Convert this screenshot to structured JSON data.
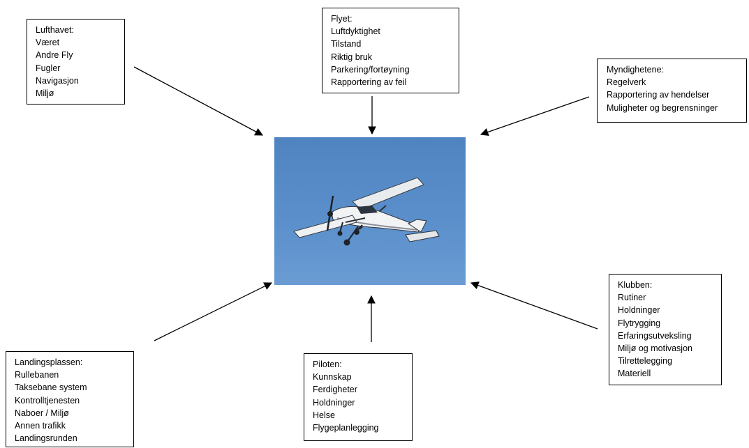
{
  "diagram": {
    "center_image": "cessna-aircraft-in-flight",
    "boxes": {
      "lufthavet": {
        "title": "Lufthavet:",
        "items": [
          "Været",
          "Andre Fly",
          "Fugler",
          "Navigasjon",
          "Miljø"
        ]
      },
      "flyet": {
        "title": "Flyet:",
        "items": [
          "Luftdyktighet",
          "Tilstand",
          "Riktig bruk",
          "Parkering/fortøyning",
          "Rapportering av feil"
        ]
      },
      "myndighetene": {
        "title": "Myndighetene:",
        "items": [
          "Regelverk",
          "Rapportering av hendelser",
          "Muligheter og begrensninger"
        ]
      },
      "klubben": {
        "title": "Klubben:",
        "items": [
          "Rutiner",
          "Holdninger",
          "Flytrygging",
          "Erfaringsutveksling",
          "Miljø og motivasjon",
          "Tilrettelegging",
          "Materiell"
        ]
      },
      "landingsplassen": {
        "title": "Landingsplassen:",
        "items": [
          "Rullebanen",
          "Taksebane system",
          "Kontrolltjenesten",
          "Naboer / Miljø",
          "Annen trafikk",
          "Landingsrunden"
        ]
      },
      "piloten": {
        "title": "Piloten:",
        "items": [
          "Kunnskap",
          "Ferdigheter",
          "Holdninger",
          "Helse",
          "Flygeplanlegging"
        ]
      }
    },
    "colors": {
      "sky": "#5a8fcb",
      "border": "#000000",
      "arrow": "#000000"
    }
  }
}
